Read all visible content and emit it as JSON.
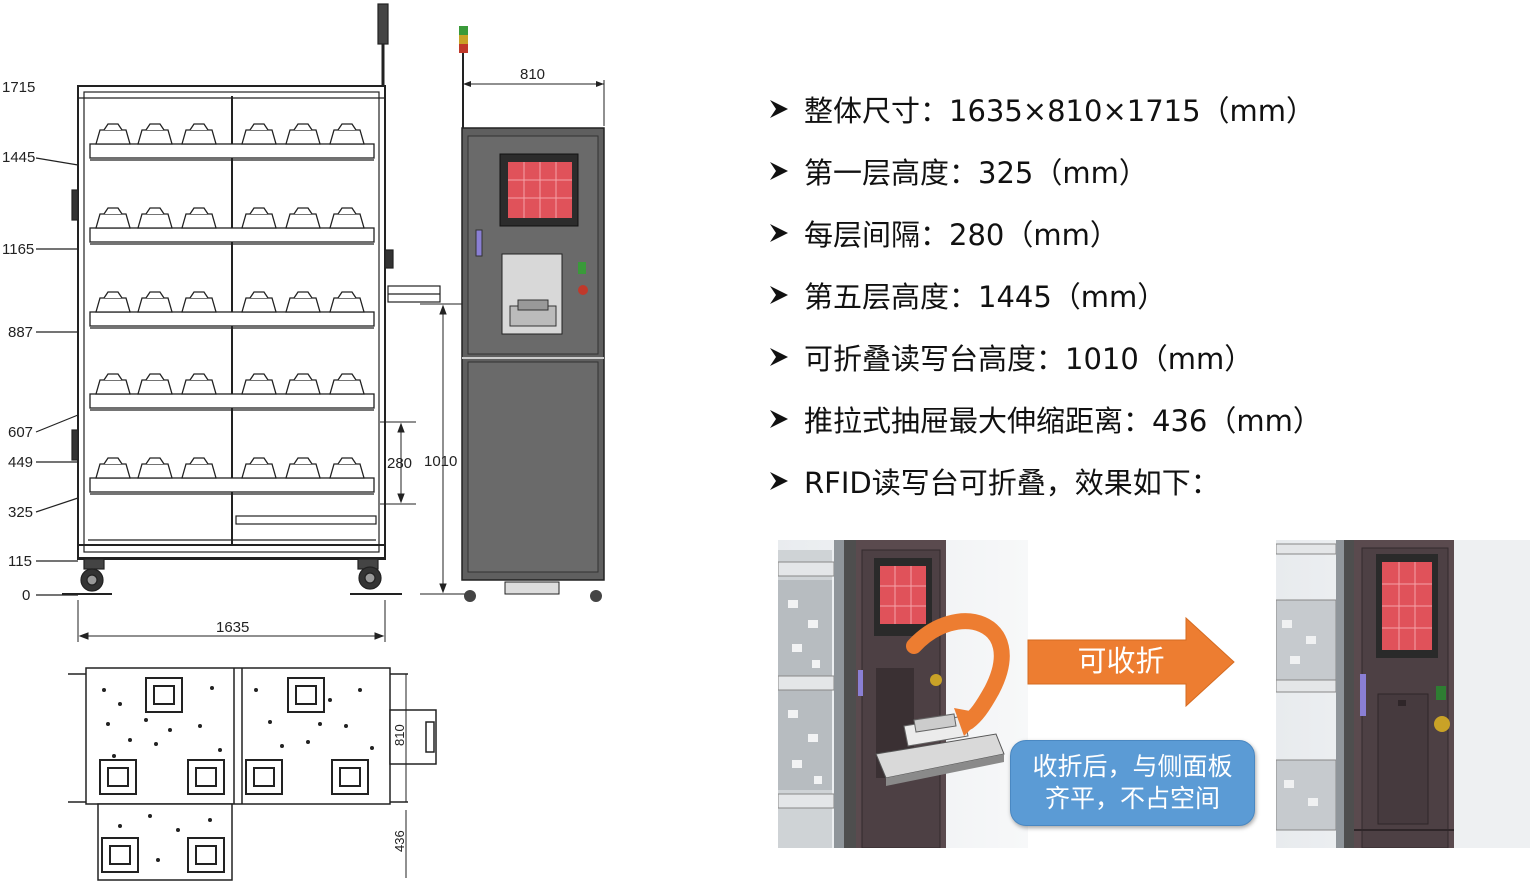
{
  "drawing": {
    "height_labels": [
      "1715",
      "1445",
      "1165",
      "887",
      "607",
      "449",
      "325",
      "115",
      "0"
    ],
    "width_label": "1635",
    "depth_label": "810",
    "layer_gap_label": "280",
    "table_height_label": "1010",
    "plan_depth_label": "810",
    "drawer_label": "436"
  },
  "specs": [
    "整体尺寸：1635×810×1715（mm）",
    "第一层高度：325（mm）",
    "每层间隔：280（mm）",
    "第五层高度：1445（mm）",
    "可折叠读写台高度：1010（mm）",
    "推拉式抽屉最大伸缩距离：436（mm）",
    "RFID读写台可折叠，效果如下："
  ],
  "fold_demo": {
    "arrow_label": "可收折",
    "callout_line1": "收折后，与侧面板",
    "callout_line2": "齐平，不占空间"
  },
  "colors": {
    "accent_orange": "#ed7d31",
    "callout_blue": "#5b9bd5",
    "cabinet_gray": "#5f5f5f",
    "screen_red": "#e0525a"
  }
}
